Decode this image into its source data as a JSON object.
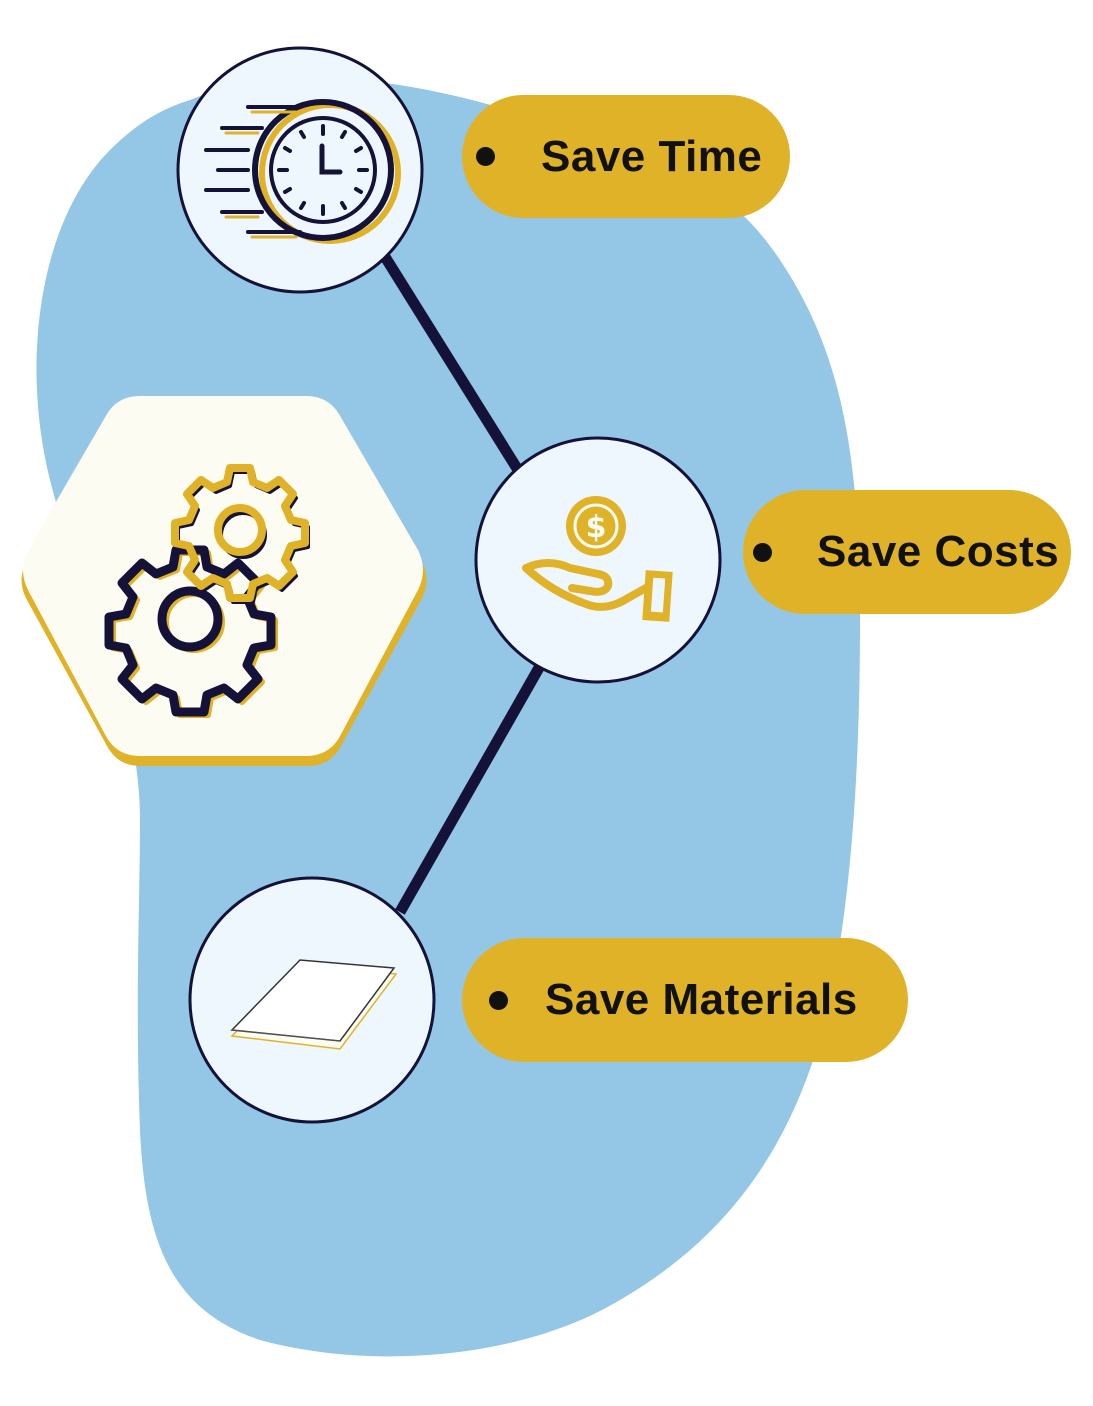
{
  "colors": {
    "blob": "#94c6e6",
    "navy": "#141238",
    "gold": "#e0b228",
    "circle_fill": "#eef7fd",
    "hexagon_fill": "#fdfcf3",
    "pill_fill": "#e0b228",
    "text": "#111111"
  },
  "icons": {
    "time": "stopwatch-clock-icon",
    "costs": "dollar-coin-hand-icon",
    "materials": "paper-stack-icon",
    "hexagon": "gears-icon"
  },
  "items": [
    {
      "id": "time",
      "label": "Save Time"
    },
    {
      "id": "costs",
      "label": "Save Costs"
    },
    {
      "id": "materials",
      "label": "Save Materials"
    }
  ]
}
